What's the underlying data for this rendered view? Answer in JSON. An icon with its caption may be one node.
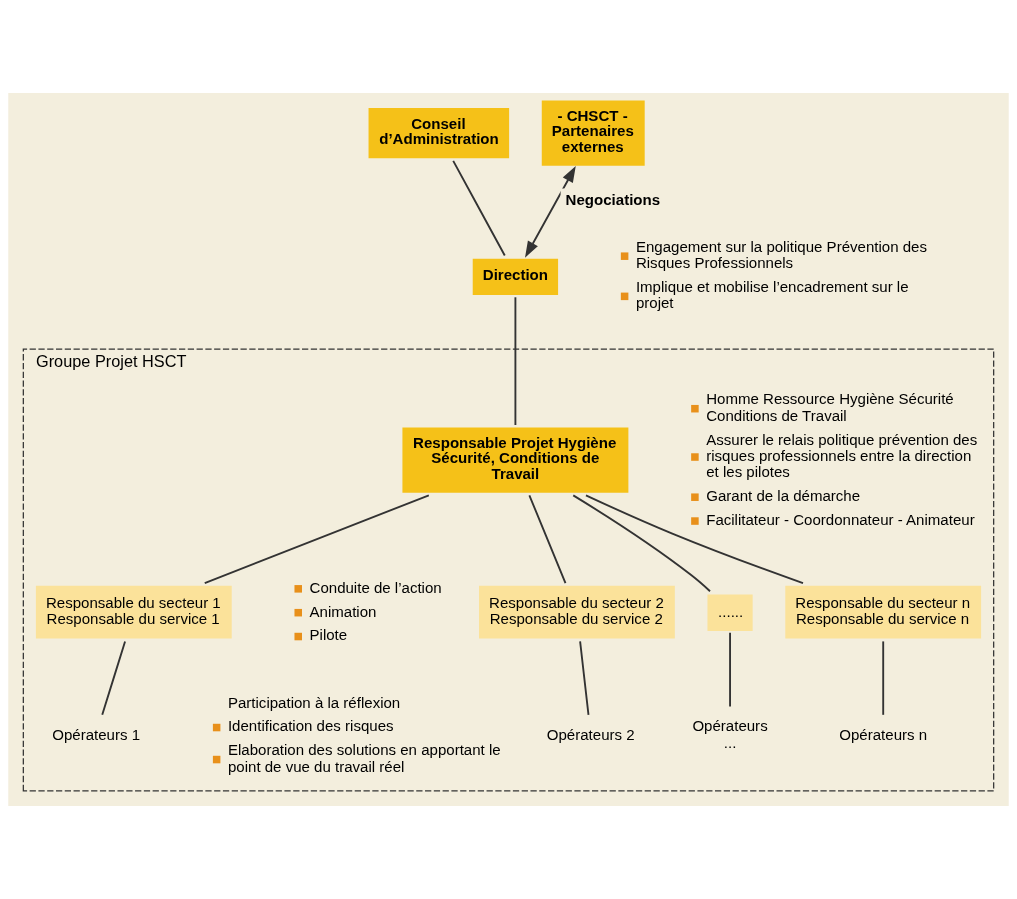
{
  "diagram": {
    "nodes": [
      {
        "text": [
          "Conseil d’Administration"
        ]
      },
      {
        "text": [
          "Direction"
        ],
        "beside": [
          "Engagement sur la politique Prévention des Risques Professionnels",
          "Implique et mobilise l’encadrement sur le projet"
        ]
      },
      {
        "text": [
          "- CHSCT - Partenaires externes"
        ]
      },
      {
        "text": [
          "Groupe Projet HSCT"
        ]
      },
      {
        "text": [
          "Responsable Projet Hygiène Sécurité, Conditions de Travail"
        ],
        "in": 3,
        "beside": [
          "Homme Ressource Hygiène Sécurité Conditions de Travail",
          "Assurer le relais politique prévention des risques professionnels entre la direction et les pilotes",
          "Garant de la démarche",
          "Facilitateur - Coordonnateur - Animateur"
        ]
      },
      {
        "text": [
          "Responsable du secteur 1 Responsable du service 1"
        ],
        "in": 3,
        "beside": [
          "Conduite de l’action",
          "Animation",
          "Pilote"
        ]
      },
      {
        "text": [
          "Responsable du secteur 2 Responsable du service 2"
        ],
        "in": 3
      },
      {
        "text": [
          "......"
        ],
        "in": 3
      },
      {
        "text": [
          "Responsable du secteur n Responsable du service n"
        ],
        "in": 3
      },
      {
        "text": [
          "Opérateurs 1"
        ],
        "in": 3,
        "beside": [
          "Participation à la réflexion",
          "Identification des risques",
          "Elaboration des solutions en apportant le point de vue du travail réel"
        ]
      },
      {
        "text": [
          "Opérateurs 2"
        ],
        "in": 3
      },
      {
        "text": [
          "Opérateurs ..."
        ],
        "in": 3
      },
      {
        "text": [
          "Opérateurs n"
        ],
        "in": 3
      }
    ],
    "edges": [
      {
        "from": 0,
        "to": 1,
        "arrow": "none"
      },
      {
        "from": 2,
        "to": 1,
        "arrow": "both",
        "label": "Negociations"
      },
      {
        "from": 1,
        "to": 4,
        "arrow": "none"
      },
      {
        "from": 4,
        "to": 5,
        "arrow": "none"
      },
      {
        "from": 4,
        "to": 6,
        "arrow": "none"
      },
      {
        "from": 4,
        "to": 7,
        "arrow": "none"
      },
      {
        "from": 4,
        "to": 8,
        "arrow": "none"
      },
      {
        "from": 5,
        "to": 9,
        "arrow": "none"
      },
      {
        "from": 6,
        "to": 10,
        "arrow": "none"
      },
      {
        "from": 7,
        "to": 11,
        "arrow": "none"
      },
      {
        "from": 8,
        "to": 12,
        "arrow": "none"
      }
    ]
  }
}
